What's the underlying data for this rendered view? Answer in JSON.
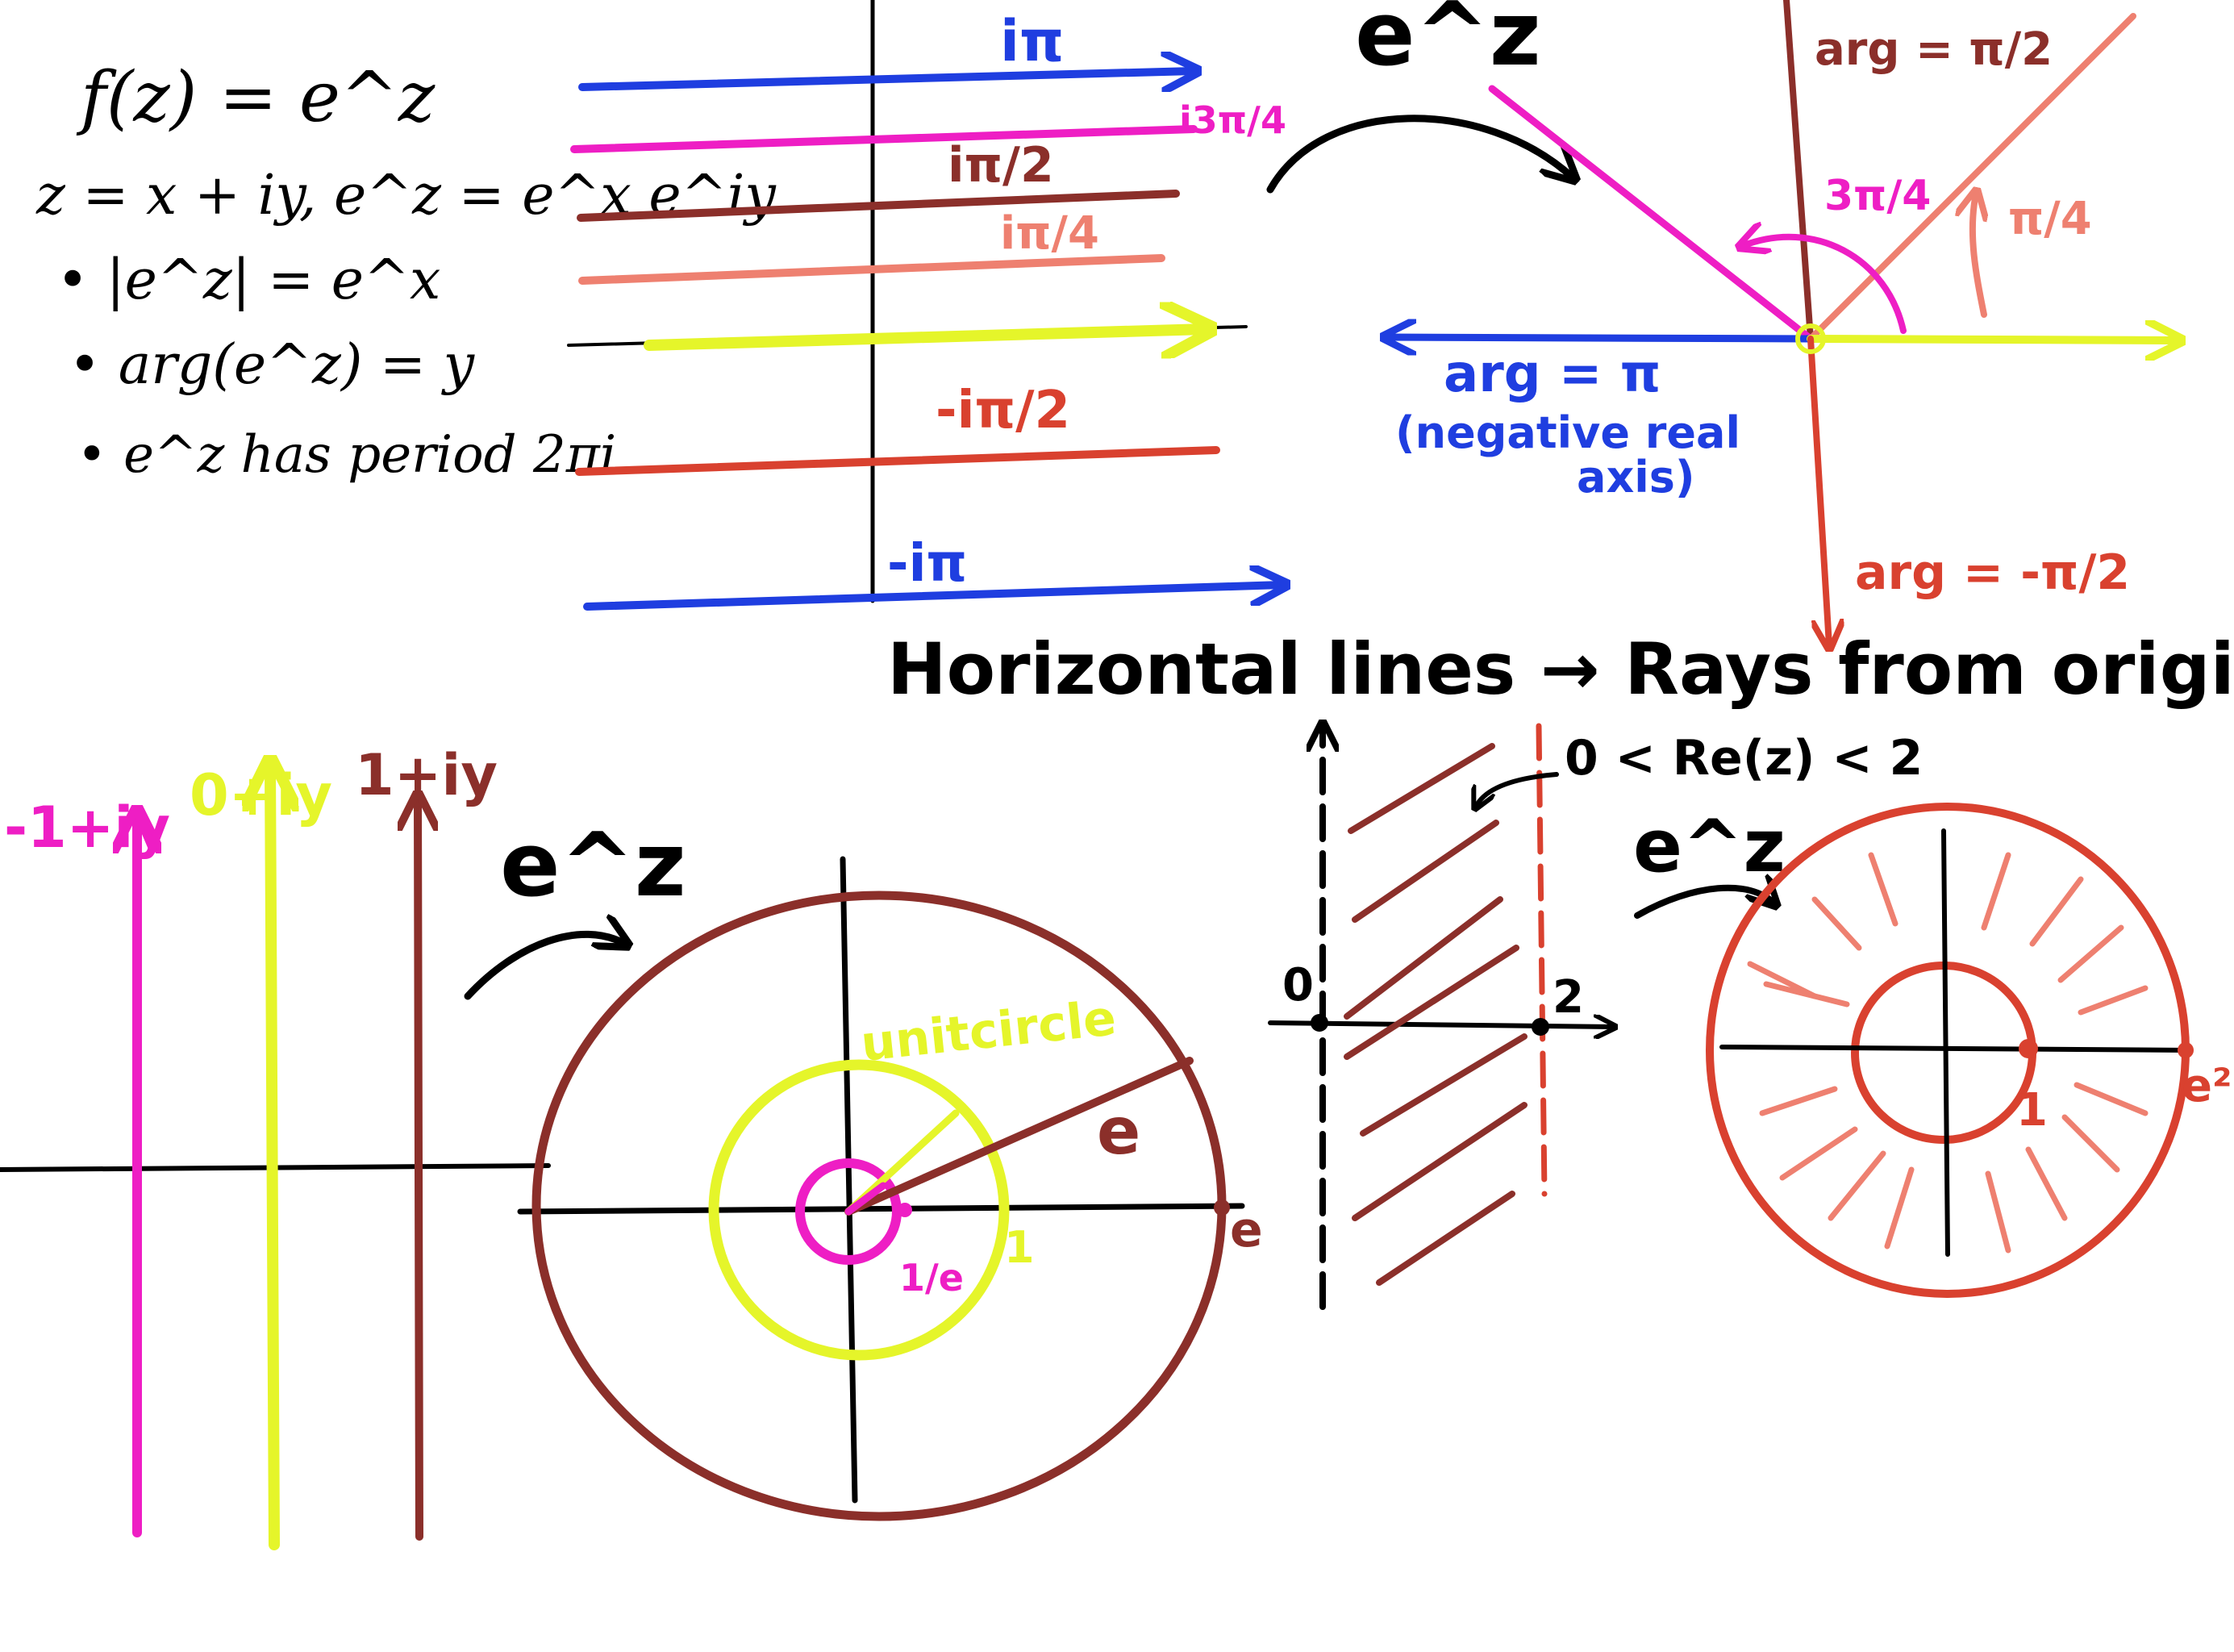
{
  "colors": {
    "ink": "#000000",
    "blue": "#1f3ee0",
    "magenta": "#ee1ec4",
    "brown": "#8b2f2a",
    "salmon": "#ee8070",
    "yellow": "#e5f52a",
    "red": "#d9412f"
  },
  "notes": {
    "line1": "f(z) = e^z",
    "line2": "z = x + iy,  e^z = e^x e^iy",
    "bullet1": "• |e^z| = e^x",
    "bullet2": "• arg(e^z) = y",
    "bullet3": "• e^z has period 2πi"
  },
  "horizontal_lines": {
    "i_pi": "iπ",
    "three_pi_over_4": "i3π/4",
    "pi_over_2": "iπ/2",
    "pi_over_4": "iπ/4",
    "neg_pi_over_2": "-iπ/2",
    "neg_pi": "-iπ"
  },
  "maps": {
    "ez_top": "e^z",
    "ez_circle": "e^z",
    "ez_annulus": "e^z"
  },
  "rays": {
    "arg_pi_over_2": "arg = π/2",
    "three_pi_over_4": "3π/4",
    "pi_over_4": "π/4",
    "arg_pi": "arg = π",
    "negative_real_1": "(negative real",
    "negative_real_2": "axis)",
    "arg_neg_pi_over_2": "arg = -π/2"
  },
  "heading": "Horizontal lines → Rays from origin",
  "vertical_lines": {
    "left": "-1+iy",
    "center": "0+iy",
    "right": "1+iy"
  },
  "circles": {
    "unit_circle": "unitcircle",
    "radius_e": "e",
    "axis_e": "e",
    "axis_one": "1",
    "one_over_e": "1/e"
  },
  "strip": {
    "region": "0 < Re(z) < 2",
    "zero": "0",
    "two": "2"
  },
  "annulus": {
    "one": "1",
    "e_squared": "e²"
  }
}
